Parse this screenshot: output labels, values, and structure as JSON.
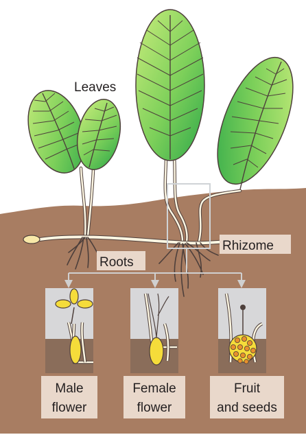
{
  "labels": {
    "leaves": "Leaves",
    "rhizome": "Rhizome",
    "roots": "Roots"
  },
  "panels": [
    {
      "line1": "Male",
      "line2": "flower"
    },
    {
      "line1": "Female",
      "line2": "flower"
    },
    {
      "line1": "Fruit",
      "line2": "and seeds"
    }
  ],
  "colors": {
    "soil": "#a87d62",
    "leaf_light": "#c9ec7c",
    "leaf_dark": "#2fa84a",
    "stem": "#fdf6e2",
    "flower": "#f5dc3a",
    "seed": "#e8902c",
    "panel_bg": "#d7d7d9",
    "label_bg": "#e9d8cb",
    "arrow": "#d0d0d0",
    "root": "#4d3f3b"
  }
}
